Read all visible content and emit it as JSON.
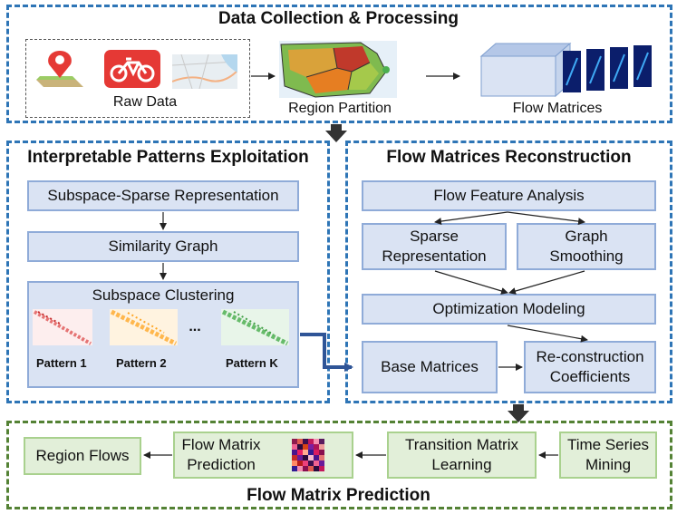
{
  "sections": {
    "collection": "Data Collection & Processing",
    "patterns": "Interpretable Patterns Exploitation",
    "reconstruction": "Flow Matrices Reconstruction",
    "prediction": "Flow Matrix Prediction"
  },
  "collection": {
    "raw_data": "Raw Data",
    "region_partition": "Region Partition",
    "flow_matrices": "Flow Matrices"
  },
  "patterns": {
    "subspace_sparse": "Subspace-Sparse Representation",
    "similarity_graph": "Similarity Graph",
    "subspace_clustering": "Subspace Clustering",
    "ellipsis": "...",
    "pattern1": "Pattern 1",
    "pattern2": "Pattern 2",
    "patternk": "Pattern K"
  },
  "reconstruction": {
    "feature_analysis": "Flow Feature Analysis",
    "sparse_line1": "Sparse",
    "sparse_line2": "Representation",
    "graph_line1": "Graph",
    "graph_line2": "Smoothing",
    "optimization": "Optimization Modeling",
    "base_matrices": "Base Matrices",
    "coef_line1": "Re-construction",
    "coef_line2": "Coefficients"
  },
  "prediction": {
    "region_flows": "Region Flows",
    "fmp_line1": "Flow Matrix",
    "fmp_line2": "Prediction",
    "tml_line1": "Transition Matrix",
    "tml_line2": "Learning",
    "tsm_line1": "Time Series",
    "tsm_line2": "Mining"
  },
  "colors": {
    "blue_border": "#2e75b6",
    "green_border": "#548235",
    "box_blue": "#dae3f3",
    "box_green": "#e2efd9",
    "arrow_blue": "#2f5597"
  },
  "icons": [
    "map-pin-icon",
    "bike-icon",
    "city-map-icon",
    "region-partition-map",
    "flow-matrices-stack",
    "heatmap-icon"
  ]
}
